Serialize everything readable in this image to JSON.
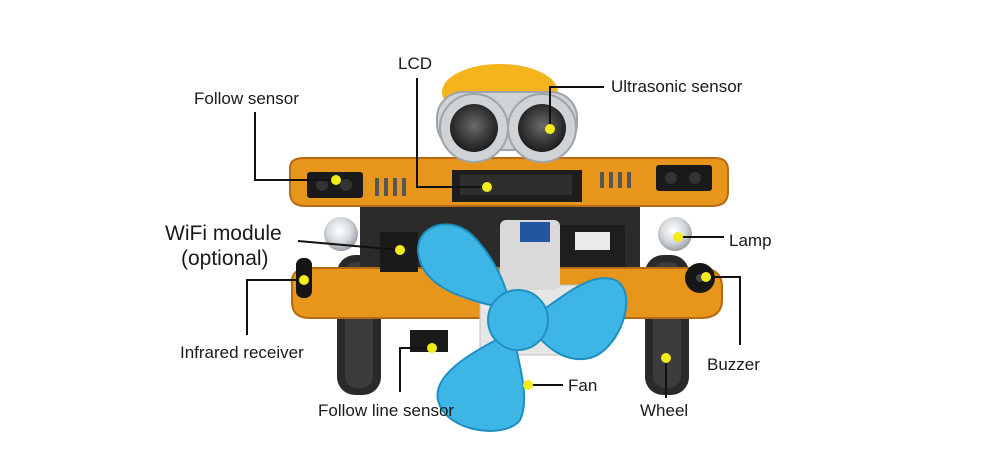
{
  "labels": {
    "lcd": "LCD",
    "ultrasonic_sensor": "Ultrasonic sensor",
    "follow_sensor": "Follow sensor",
    "wifi_module_line1": "WiFi module",
    "wifi_module_line2": "(optional)",
    "lamp": "Lamp",
    "buzzer": "Buzzer",
    "infrared_receiver": "Infrared receiver",
    "follow_line_sensor": "Follow line sensor",
    "fan": "Fan",
    "wheel": "Wheel"
  },
  "colors": {
    "board": "#e8951c",
    "board_edge": "#b86a10",
    "fan": "#3db6e6",
    "fan_dark": "#1f8fc2",
    "marker": "#f4ec1a",
    "leader_line": "#111111",
    "sensor_silver": "#cfd3d6",
    "wheel": "#2a2a2a",
    "eye_glow": "#f5b41c"
  }
}
